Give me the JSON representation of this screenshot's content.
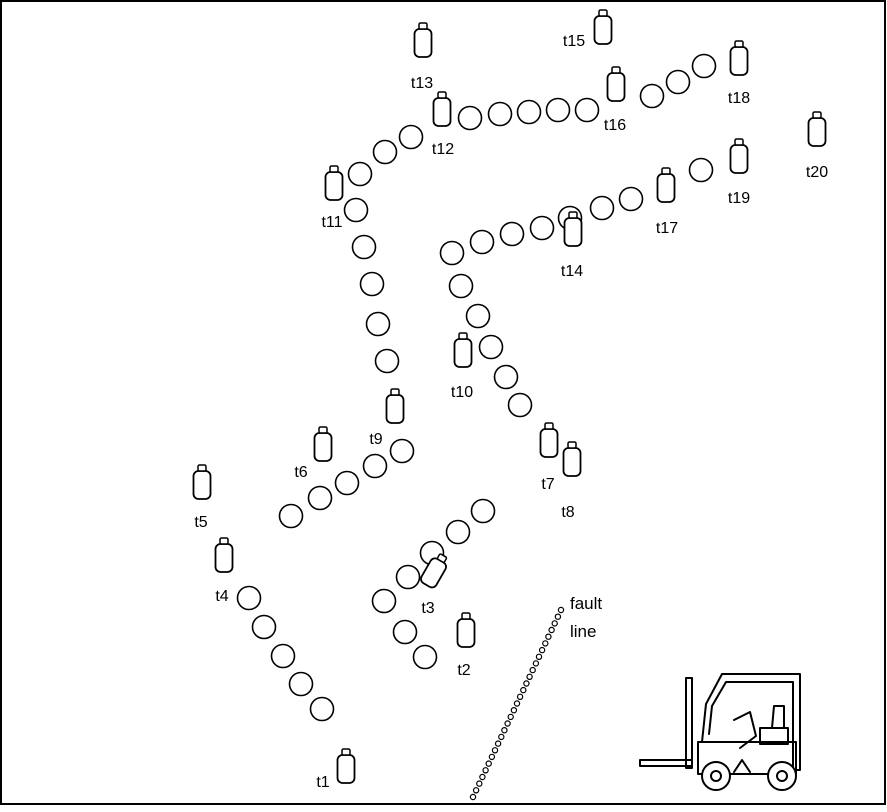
{
  "title": "",
  "labels": {
    "fault_line_line1": "fault",
    "fault_line_line2": "line"
  },
  "tanks": [
    {
      "id": "t1",
      "label": "t1"
    },
    {
      "id": "t2",
      "label": "t2"
    },
    {
      "id": "t3",
      "label": "t3"
    },
    {
      "id": "t4",
      "label": "t4"
    },
    {
      "id": "t5",
      "label": "t5"
    },
    {
      "id": "t6",
      "label": "t6"
    },
    {
      "id": "t7",
      "label": "t7"
    },
    {
      "id": "t8",
      "label": "t8"
    },
    {
      "id": "t9",
      "label": "t9"
    },
    {
      "id": "t10",
      "label": "t10"
    },
    {
      "id": "t11",
      "label": "t11"
    },
    {
      "id": "t12",
      "label": "t12"
    },
    {
      "id": "t13",
      "label": "t13"
    },
    {
      "id": "t14",
      "label": "t14"
    },
    {
      "id": "t15",
      "label": "t15"
    },
    {
      "id": "t16",
      "label": "t16"
    },
    {
      "id": "t17",
      "label": "t17"
    },
    {
      "id": "t18",
      "label": "t18"
    },
    {
      "id": "t19",
      "label": "t19"
    },
    {
      "id": "t20",
      "label": "t20"
    }
  ],
  "colors": {
    "stroke": "#000000",
    "background": "#ffffff"
  },
  "icons": {
    "tank": "tank-icon",
    "path_marker": "circle-marker",
    "vehicle": "forklift-icon"
  }
}
